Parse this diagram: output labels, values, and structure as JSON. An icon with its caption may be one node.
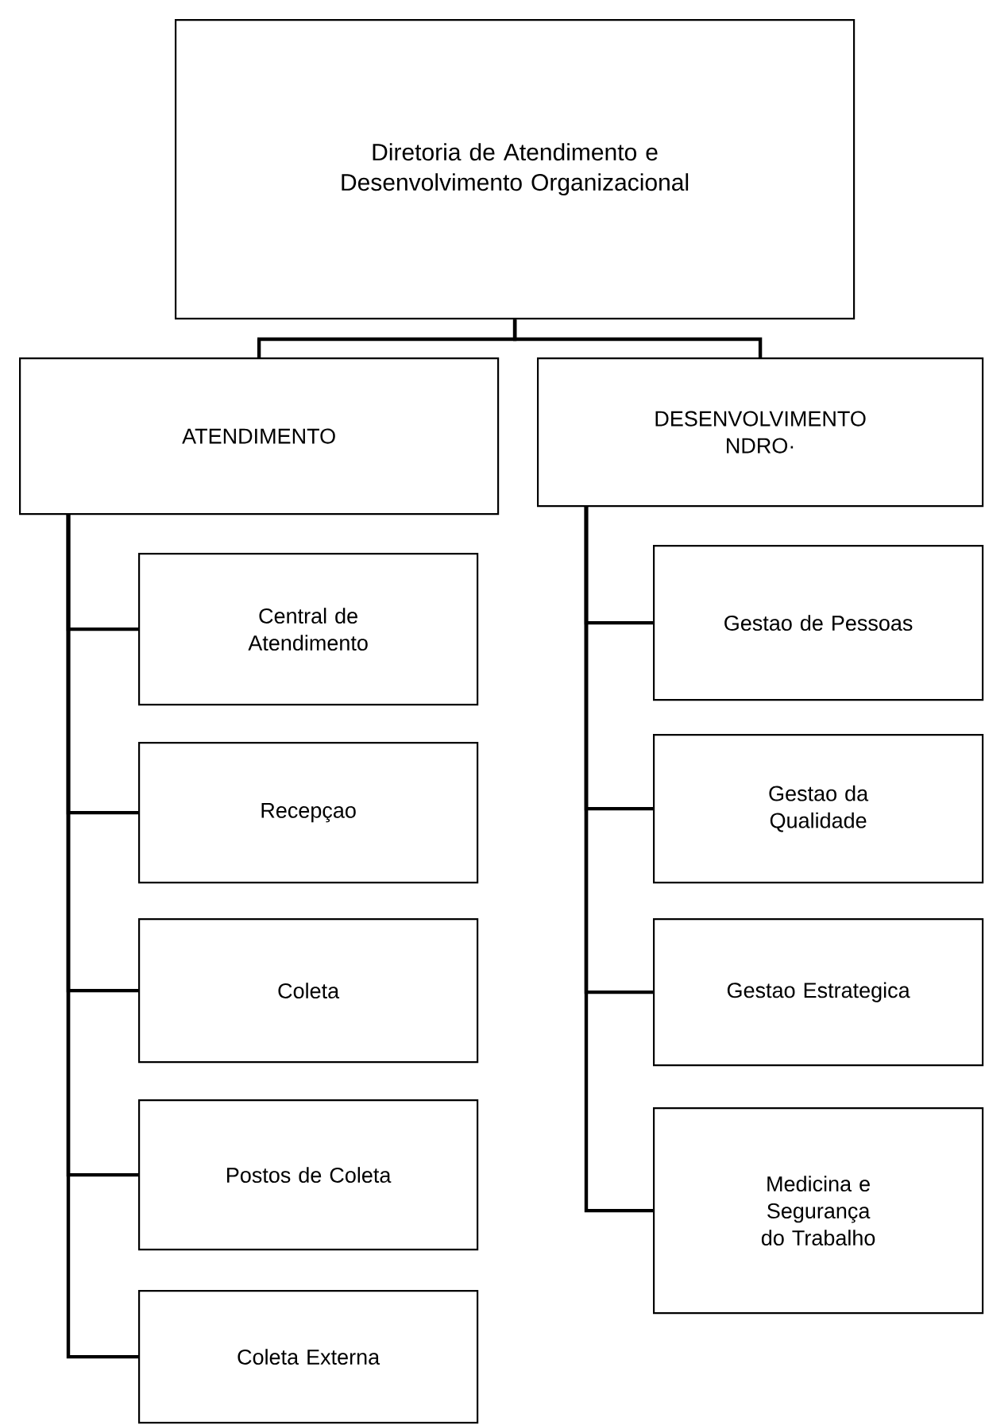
{
  "diagram": {
    "nodes": [
      {
        "text": [
          "Diretoria de Atendimento e Desenvolvimento Organizacional"
        ]
      },
      {
        "text": [
          "ATENDIMENTO"
        ]
      },
      {
        "text": [
          "DESENVOLVIMENTO NDRO·"
        ]
      },
      {
        "text": [
          "Central de Atendimento"
        ]
      },
      {
        "text": [
          "Recepçao"
        ]
      },
      {
        "text": [
          "Coleta"
        ]
      },
      {
        "text": [
          "Postos de Coleta"
        ]
      },
      {
        "text": [
          "Coleta Externa"
        ]
      },
      {
        "text": [
          "Gestao de Pessoas"
        ]
      },
      {
        "text": [
          "Gestao da Qualidade"
        ]
      },
      {
        "text": [
          "Gestao Estrategica"
        ]
      },
      {
        "text": [
          "Medicina e Segurança do Trabalho"
        ]
      }
    ],
    "edges": [
      {
        "from": 0,
        "to": 1,
        "arrow": "none"
      },
      {
        "from": 0,
        "to": 2,
        "arrow": "none"
      },
      {
        "from": 1,
        "to": 3,
        "arrow": "none"
      },
      {
        "from": 1,
        "to": 4,
        "arrow": "none"
      },
      {
        "from": 1,
        "to": 5,
        "arrow": "none"
      },
      {
        "from": 1,
        "to": 6,
        "arrow": "none"
      },
      {
        "from": 1,
        "to": 7,
        "arrow": "none"
      },
      {
        "from": 2,
        "to": 8,
        "arrow": "none"
      },
      {
        "from": 2,
        "to": 9,
        "arrow": "none"
      },
      {
        "from": 2,
        "to": 10,
        "arrow": "none"
      },
      {
        "from": 2,
        "to": 11,
        "arrow": "none"
      }
    ]
  }
}
